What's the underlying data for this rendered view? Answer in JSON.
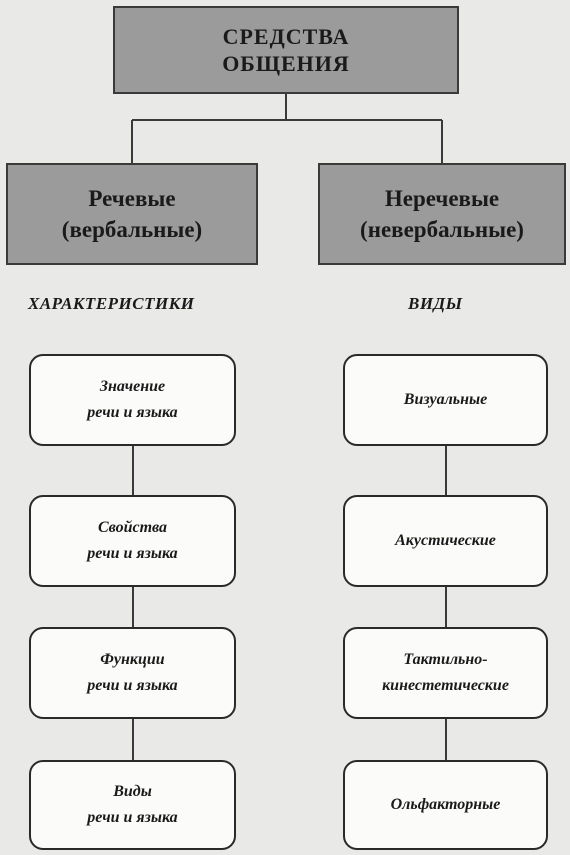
{
  "root": {
    "line1": "СРЕДСТВА",
    "line2": "ОБЩЕНИЯ"
  },
  "groups": {
    "verbal": {
      "line1": "Речевые",
      "line2": "(вербальные)"
    },
    "nonverbal": {
      "line1": "Неречевые",
      "line2": "(невербальные)"
    }
  },
  "labels": {
    "verbal": "ХАРАКТЕРИСТИКИ",
    "nonverbal": "ВИДЫ"
  },
  "verbal_items": [
    {
      "line1": "Значение",
      "line2": "речи и языка"
    },
    {
      "line1": "Свойства",
      "line2": "речи и языка"
    },
    {
      "line1": "Функции",
      "line2": "речи и языка"
    },
    {
      "line1": "Виды",
      "line2": "речи и языка"
    }
  ],
  "nonverbal_items": [
    {
      "line1": "Визуальные",
      "line2": ""
    },
    {
      "line1": "Акустические",
      "line2": ""
    },
    {
      "line1": "Тактильно-",
      "line2": "кинестетические"
    },
    {
      "line1": "Ольфакторные",
      "line2": ""
    }
  ],
  "colors": {
    "header_fill": "#9b9b9b",
    "item_fill": "#fbfbf9",
    "line": "#3a3a3a",
    "background": "#e9e9e7"
  }
}
